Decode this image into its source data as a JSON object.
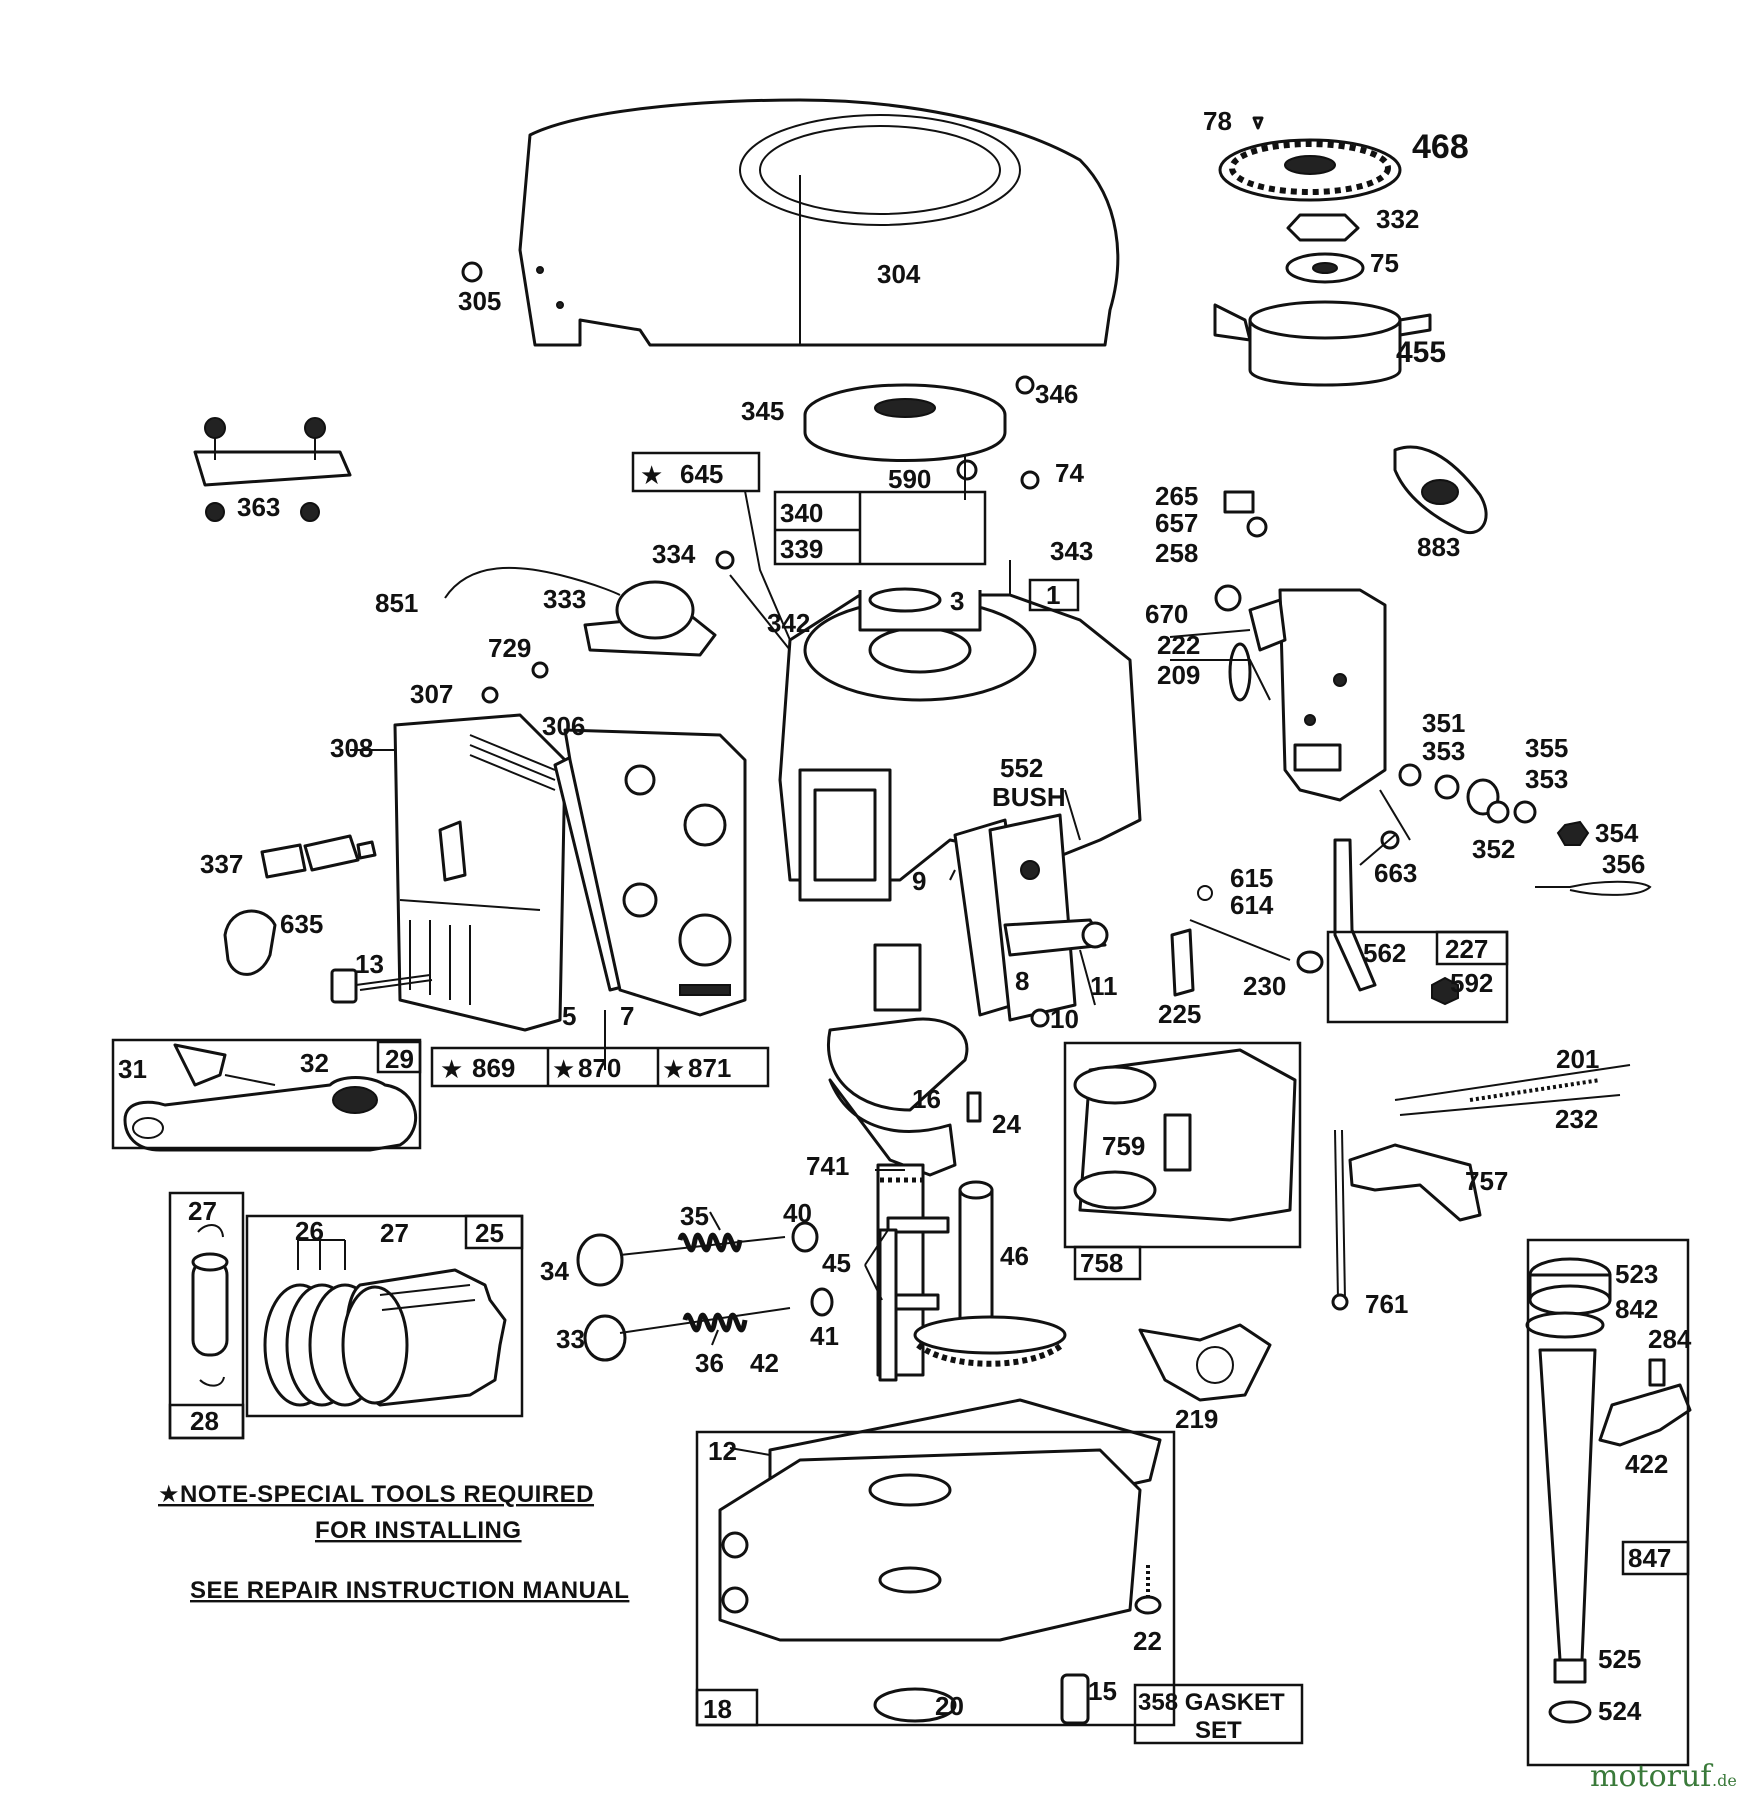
{
  "labels": {
    "l78": "78",
    "l468": "468",
    "l332": "332",
    "l75": "75",
    "l455": "455",
    "l304": "304",
    "l305": "305",
    "l345": "345",
    "l346": "346",
    "l363": "363",
    "l645": "645",
    "l590": "590",
    "l74": "74",
    "l340": "340",
    "l339": "339",
    "l343": "343",
    "l265": "265",
    "l657": "657",
    "l258": "258",
    "l883": "883",
    "l334": "334",
    "l851": "851",
    "l333": "333",
    "l342": "342",
    "l3": "3",
    "l1": "1",
    "l670": "670",
    "l222": "222",
    "l209": "209",
    "l729": "729",
    "l307": "307",
    "l306": "306",
    "l308": "308",
    "l552": "552",
    "bush": "BUSH",
    "l351": "351",
    "l353a": "353",
    "l355": "355",
    "l353b": "353",
    "l352": "352",
    "l354": "354",
    "l356": "356",
    "l663": "663",
    "l337": "337",
    "l9": "9",
    "l615": "615",
    "l614": "614",
    "l635": "635",
    "l562": "562",
    "l227": "227",
    "l592": "592",
    "l13": "13",
    "l8": "8",
    "l11": "11",
    "l230": "230",
    "l5": "5",
    "l7": "7",
    "l225": "225",
    "l10": "10",
    "l869": "869",
    "l870": "870",
    "l871": "871",
    "l31": "31",
    "l32": "32",
    "l29": "29",
    "l201": "201",
    "l16": "16",
    "l24": "24",
    "l759": "759",
    "l232": "232",
    "l741": "741",
    "l757": "757",
    "l27a": "27",
    "l26": "26",
    "l27b": "27",
    "l25": "25",
    "l35": "35",
    "l40": "40",
    "l46": "46",
    "l34": "34",
    "l45": "45",
    "l758": "758",
    "l523": "523",
    "l761": "761",
    "l842": "842",
    "l33": "33",
    "l41": "41",
    "l284": "284",
    "l36": "36",
    "l42": "42",
    "l28": "28",
    "l219": "219",
    "l12": "12",
    "l422": "422",
    "l847": "847",
    "l22": "22",
    "l525": "525",
    "l18": "18",
    "l20": "20",
    "l15": "15",
    "gasket1": "358 GASKET",
    "gasket2": "SET",
    "l524": "524"
  },
  "notes": {
    "line1": "★NOTE-SPECIAL TOOLS REQUIRED",
    "line2": "FOR INSTALLING",
    "line3": "SEE REPAIR INSTRUCTION MANUAL"
  },
  "watermark": {
    "main": "motoruf",
    "suffix": ".de"
  }
}
